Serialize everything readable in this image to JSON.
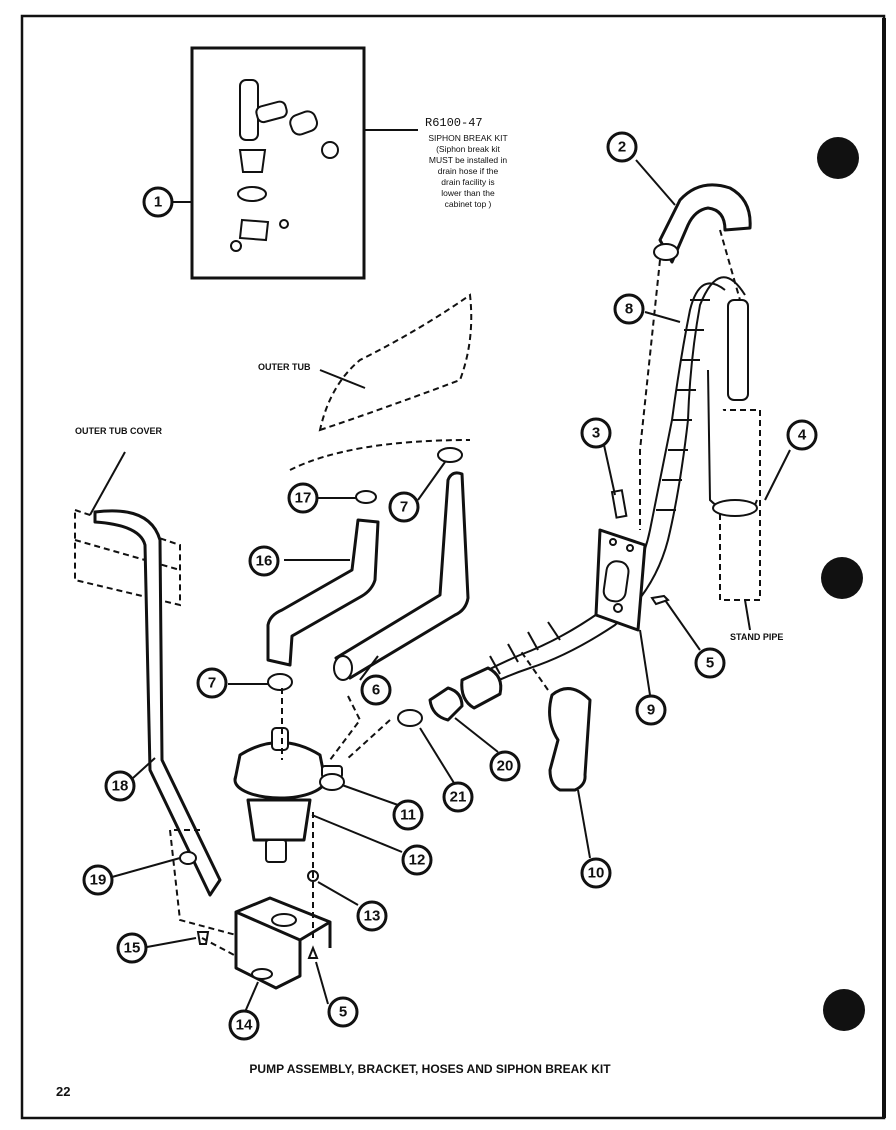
{
  "page": {
    "number": "22"
  },
  "title": {
    "caption": "PUMP ASSEMBLY, BRACKET, HOSES AND SIPHON BREAK KIT"
  },
  "kit": {
    "part_number": "R6100-47",
    "lines": [
      "SIPHON BREAK KIT",
      "(Siphon break kit",
      "MUST be installed in",
      "drain hose if the",
      "drain facility is",
      "lower than the",
      "cabinet top )"
    ]
  },
  "labels": {
    "outer_tub": "OUTER TUB",
    "outer_tub_cover": "OUTER TUB COVER",
    "stand_pipe": "STAND PIPE"
  },
  "callouts": [
    "1",
    "2",
    "3",
    "4",
    "5",
    "5",
    "6",
    "7",
    "7",
    "8",
    "9",
    "10",
    "11",
    "12",
    "13",
    "14",
    "15",
    "16",
    "17",
    "18",
    "19",
    "20",
    "21"
  ],
  "colors": {
    "ink": "#111111",
    "paper": "#ffffff"
  }
}
